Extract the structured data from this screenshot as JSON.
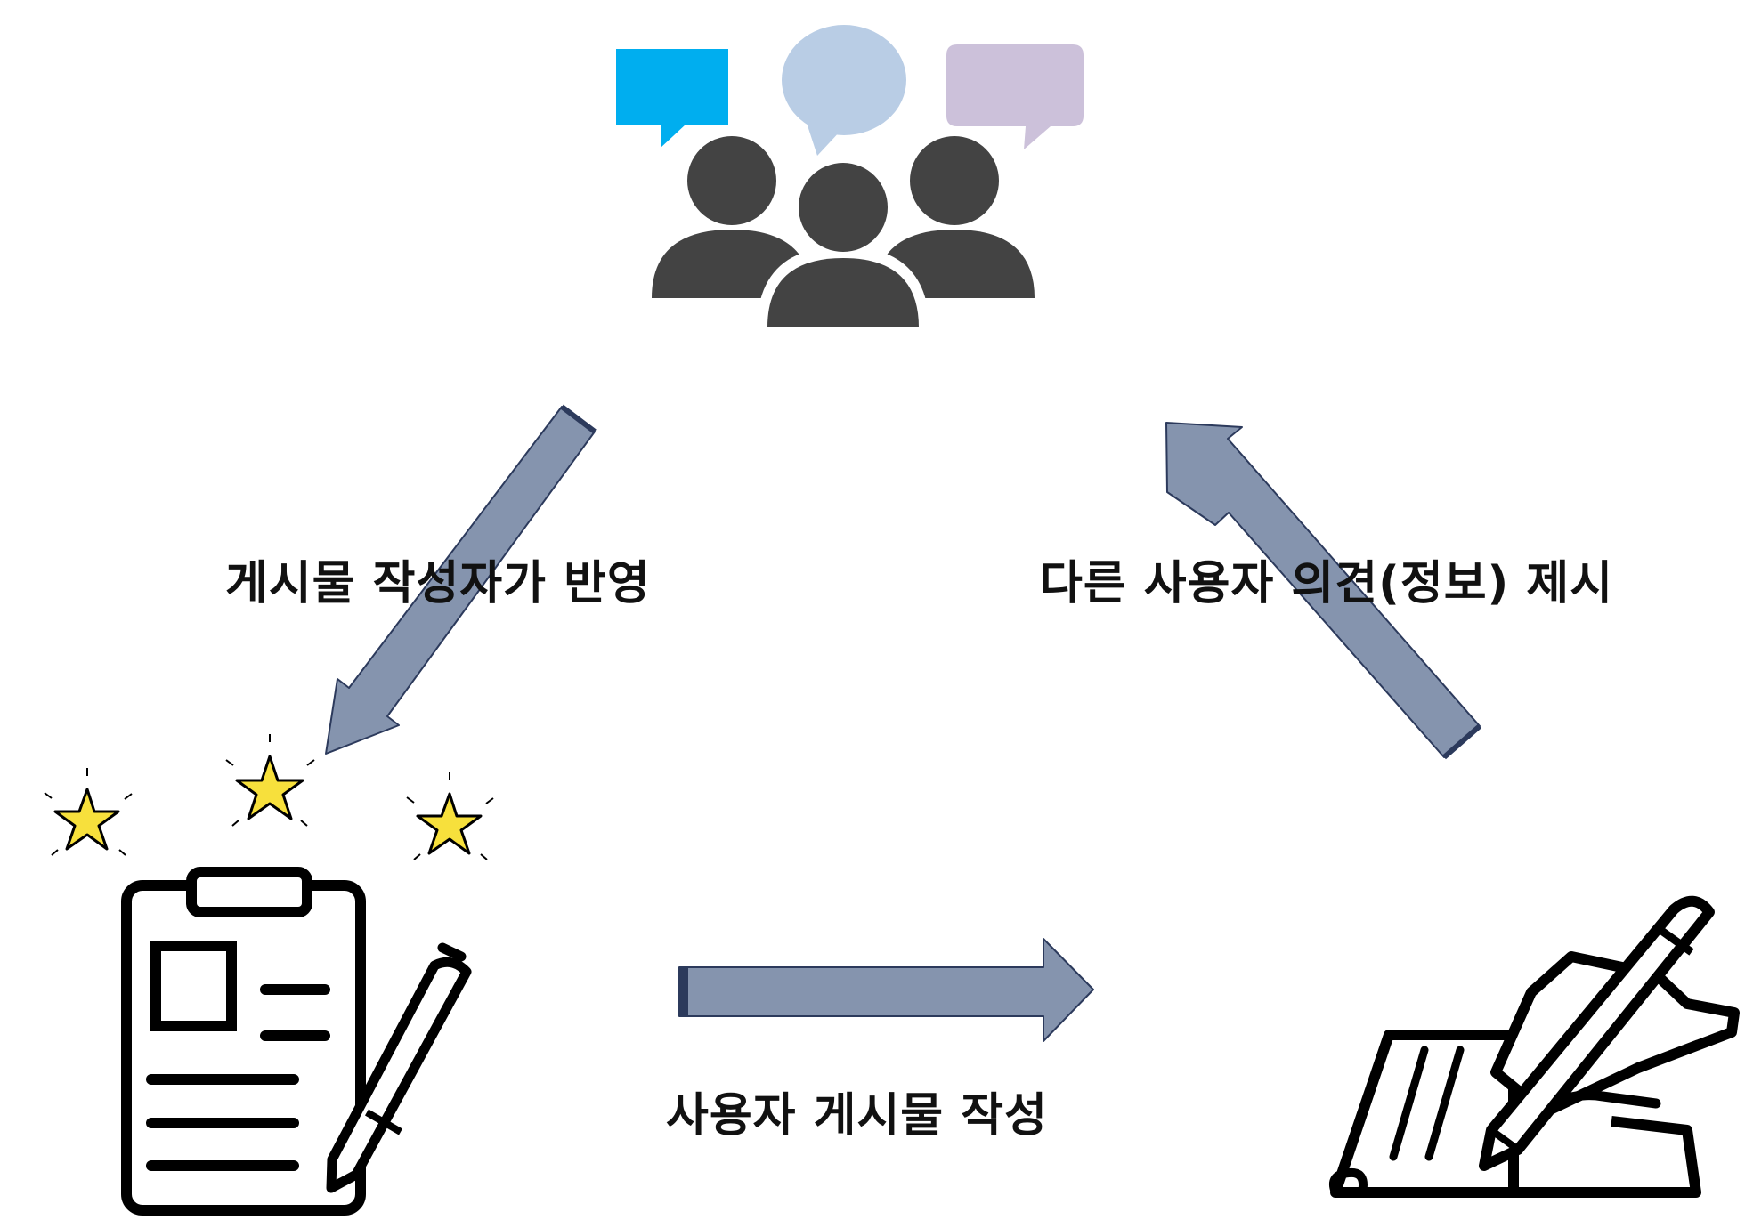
{
  "labels": {
    "reflect": "게시물 작성자가 반영",
    "suggest": "다른 사용자 의견(정보) 제시",
    "write": "사용자 게시물 작성"
  },
  "colors": {
    "arrow_fill": "#8594AE",
    "arrow_edge": "#2C3A5C",
    "person": "#434343",
    "bubble_blue": "#00AEEF",
    "bubble_lightblue": "#B9CDE5",
    "bubble_lavender": "#CCC1DA",
    "star": "#F7E03C",
    "outline": "#000000"
  },
  "icons": {
    "users": "people-discussion-icon",
    "board": "clipboard-post-icon",
    "writer": "hand-writing-icon"
  }
}
